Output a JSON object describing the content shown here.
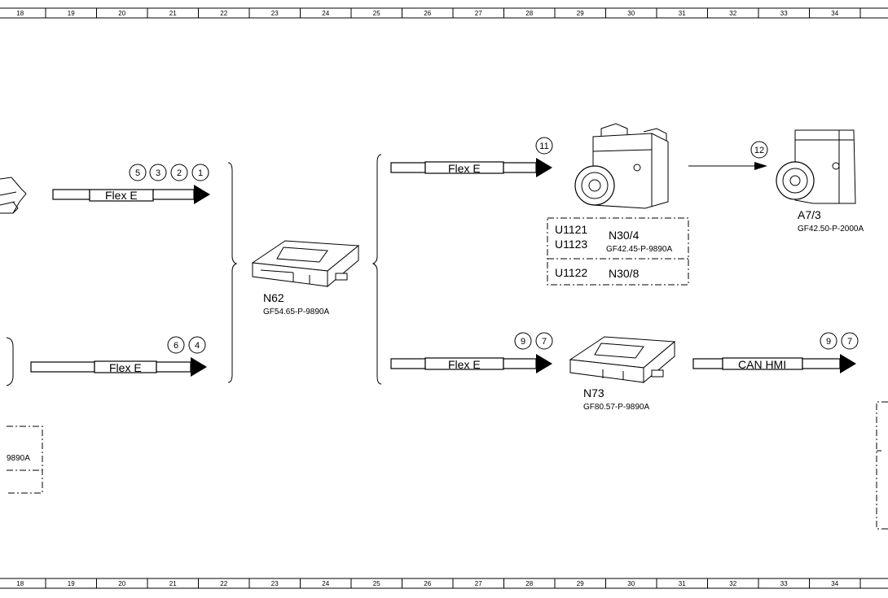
{
  "ruler": {
    "columns": [
      "18",
      "19",
      "20",
      "21",
      "22",
      "23",
      "24",
      "25",
      "26",
      "27",
      "28",
      "29",
      "30",
      "31",
      "32",
      "33",
      "34"
    ]
  },
  "left_upper": {
    "bus_label": "Flex E",
    "circles": [
      "5",
      "3",
      "2",
      "1"
    ]
  },
  "left_lower": {
    "bus_label": "Flex E",
    "circles": [
      "6",
      "4"
    ]
  },
  "left_partial_code": "9890A",
  "n62": {
    "name": "N62",
    "ref": "GF54.65-P-9890A"
  },
  "right_upper": {
    "bus_label": "Flex E",
    "circle": "11"
  },
  "n30_box": {
    "code1": "U1121",
    "code2": "U1123",
    "name1": "N30/4",
    "ref1": "GF42.45-P-9890A",
    "code3": "U1122",
    "name2": "N30/8"
  },
  "a73": {
    "circle": "12",
    "name": "A7/3",
    "ref": "GF42.50-P-2000A"
  },
  "right_lower": {
    "bus_label": "Flex E",
    "circles": [
      "9",
      "7"
    ]
  },
  "n73": {
    "name": "N73",
    "ref": "GF80.57-P-9890A"
  },
  "can": {
    "bus_label": "CAN HMI",
    "circles": [
      "9",
      "7"
    ]
  }
}
